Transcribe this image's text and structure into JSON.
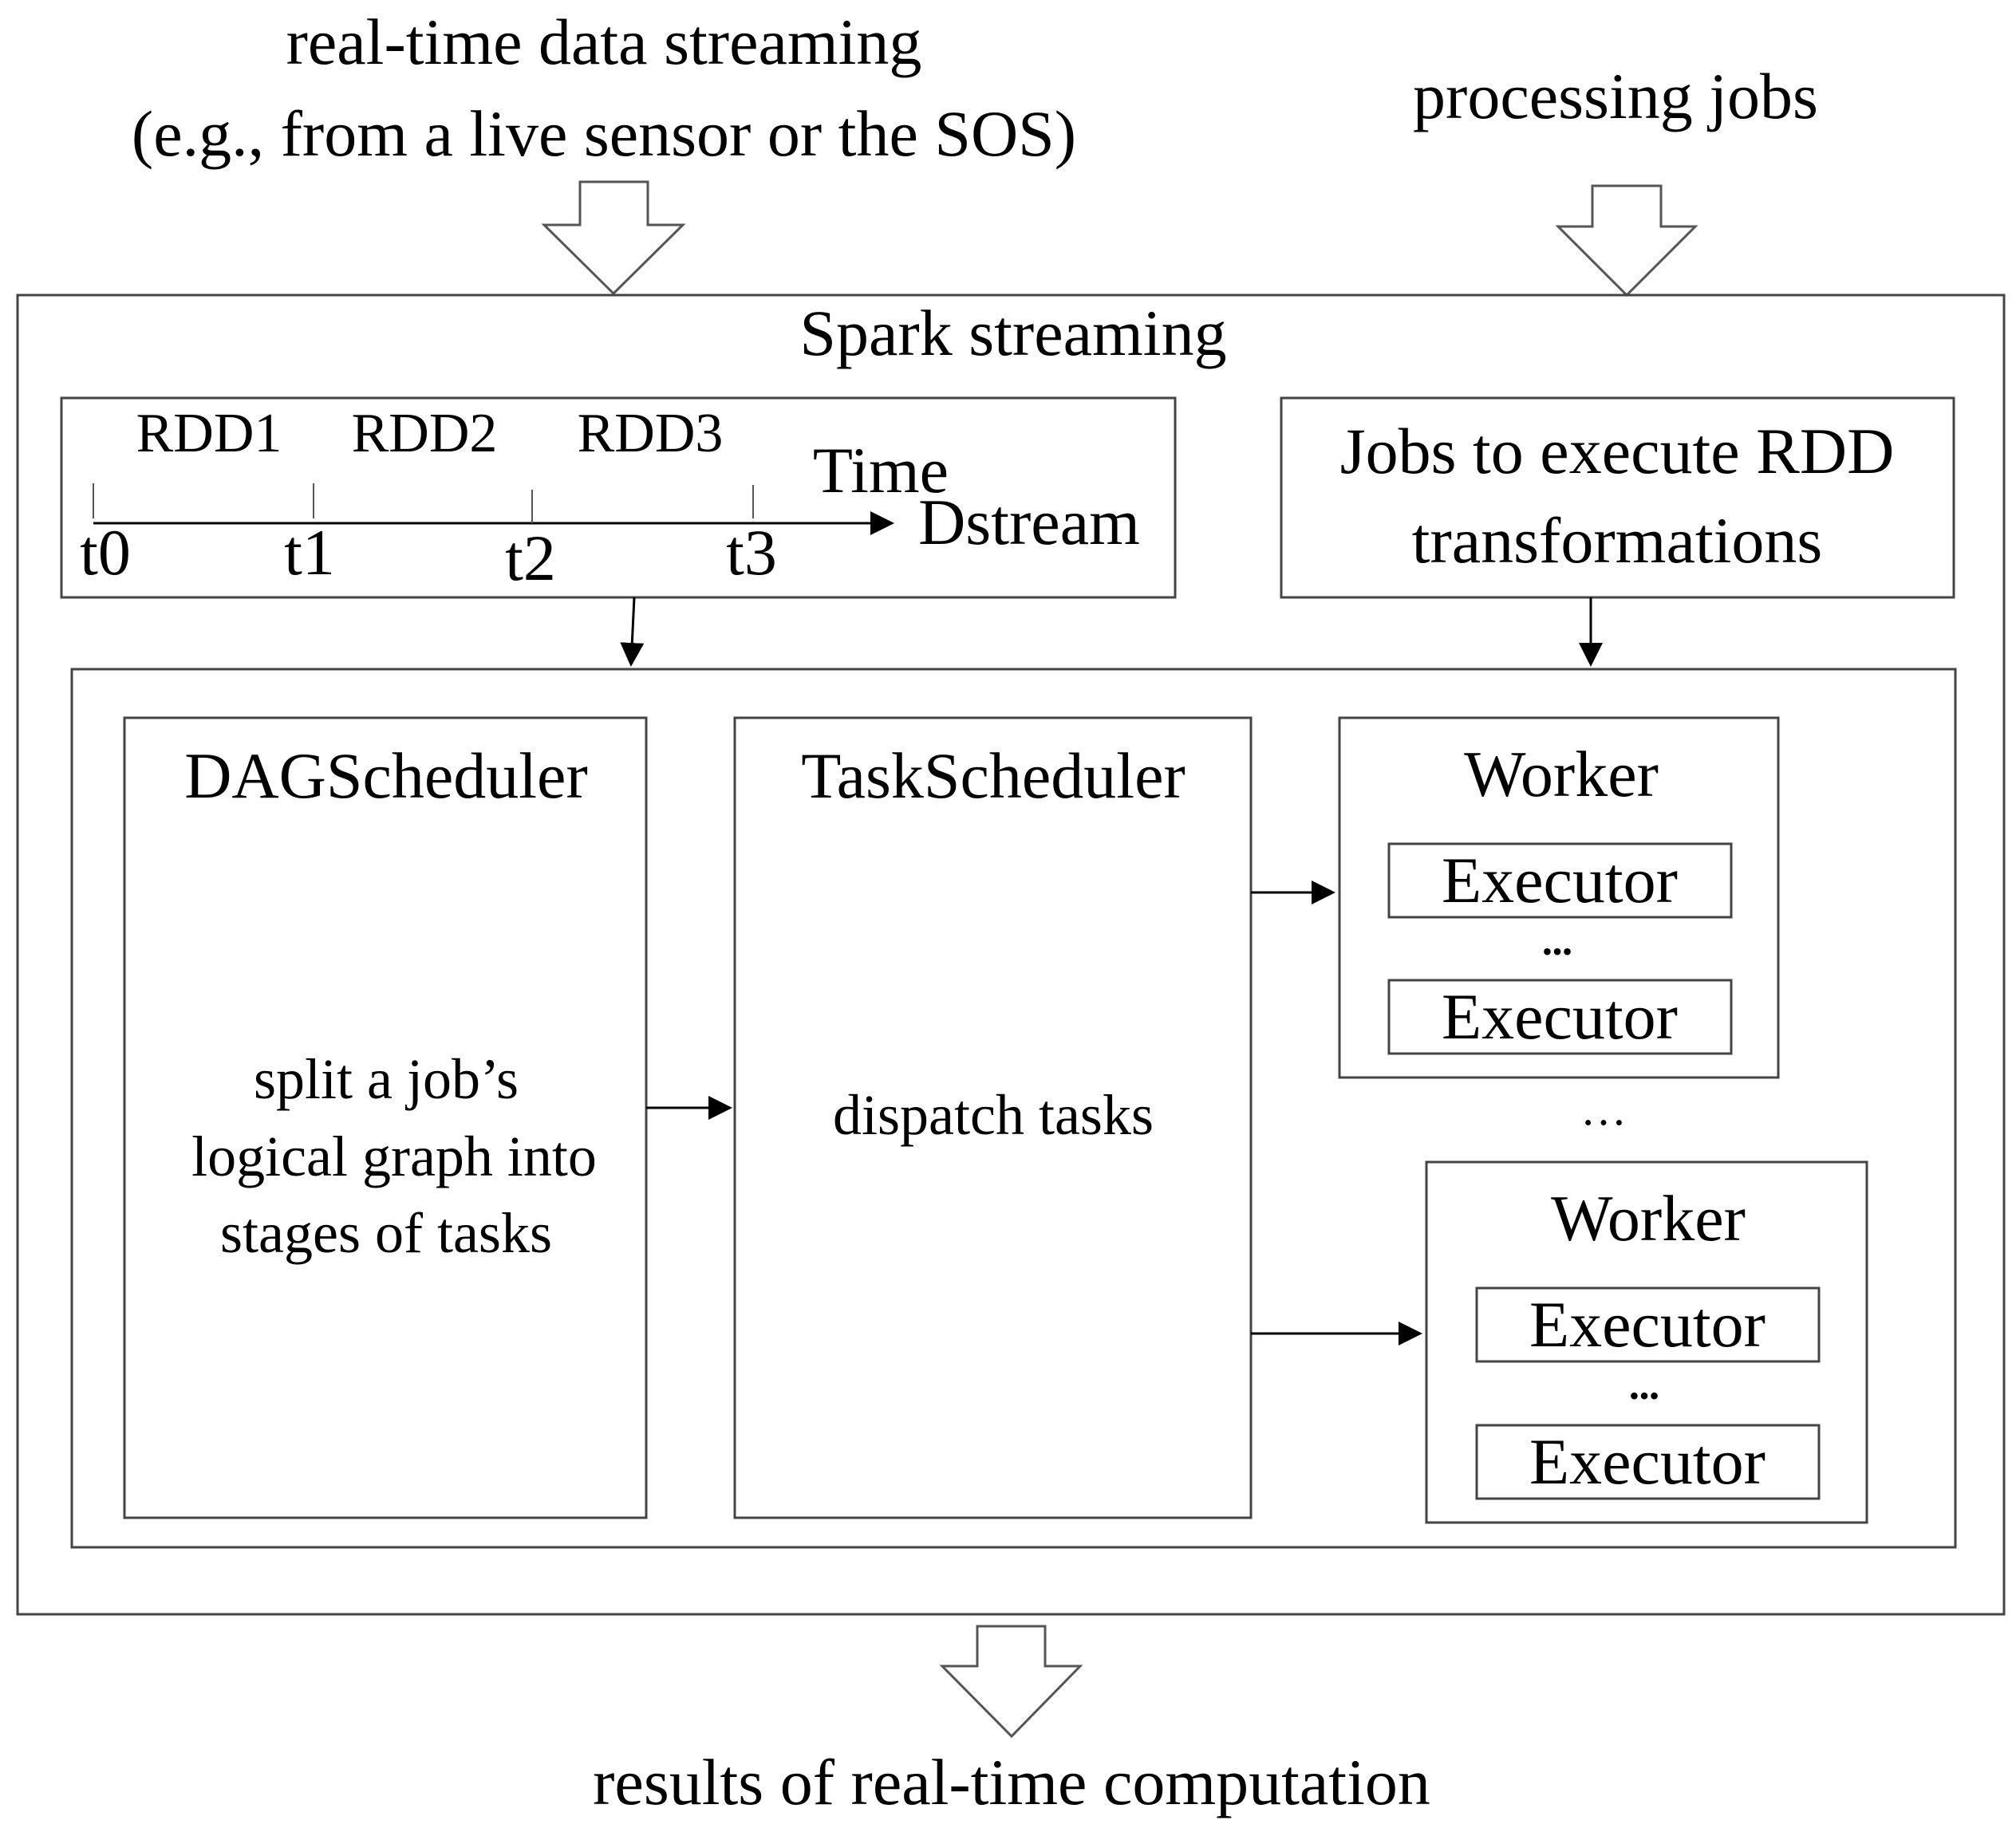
{
  "inputs": {
    "streaming_line1": "real-time data streaming",
    "streaming_line2": "(e.g., from a live sensor or the SOS)",
    "jobs": "processing jobs"
  },
  "spark": {
    "title": "Spark streaming",
    "dstream": {
      "rdds": [
        "RDD1",
        "RDD2",
        "RDD3"
      ],
      "ticks": [
        "t0",
        "t1",
        "t2",
        "t3"
      ],
      "time_label": "Time",
      "name": "Dstream"
    },
    "jobs_box": {
      "line1": "Jobs to execute RDD",
      "line2": "transformations"
    },
    "dag": {
      "title": "DAGScheduler",
      "desc_line1": "split a job’s",
      "desc_line2": "logical graph into",
      "desc_line3": "stages of tasks"
    },
    "task": {
      "title": "TaskScheduler",
      "desc": "dispatch tasks"
    },
    "worker1": {
      "title": "Worker",
      "executor_top": "Executor",
      "dots": "•••",
      "executor_bottom": "Executor"
    },
    "between_workers": "…",
    "worker2": {
      "title": "Worker",
      "executor_top": "Executor",
      "dots": "•••",
      "executor_bottom": "Executor"
    }
  },
  "output": {
    "label": "results of real-time computation"
  }
}
